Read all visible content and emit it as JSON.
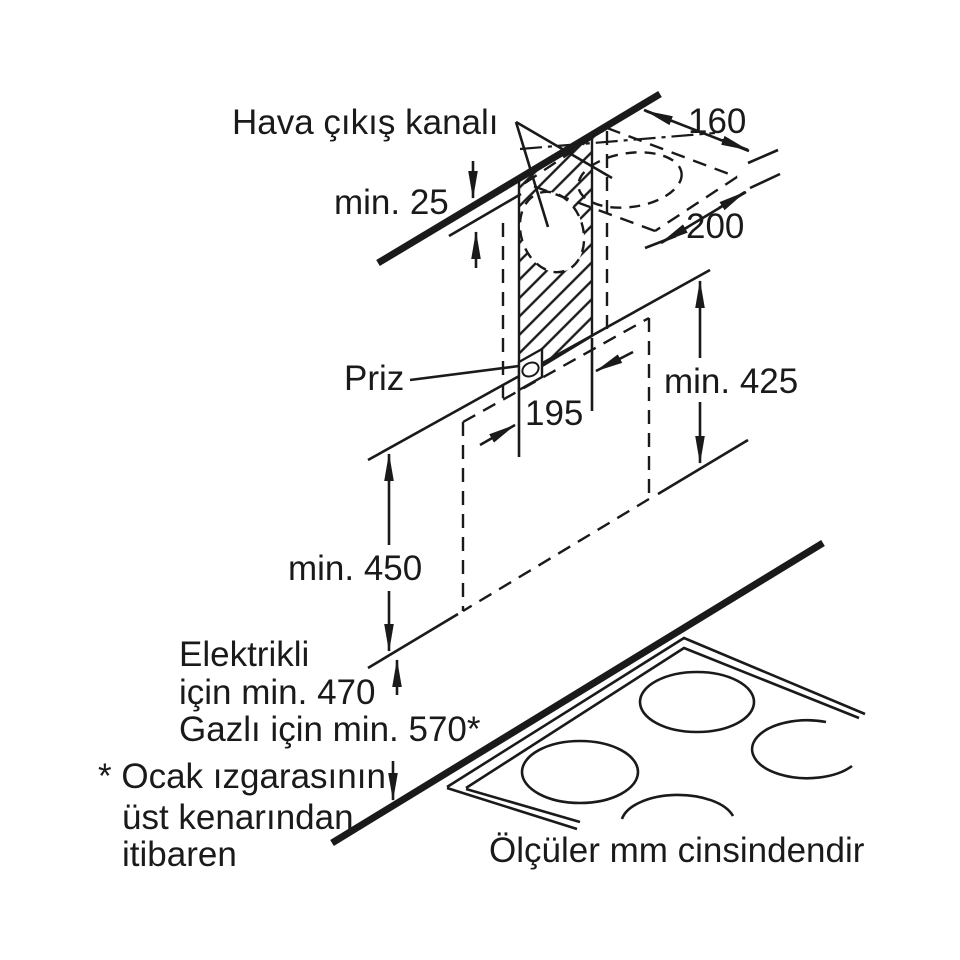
{
  "colors": {
    "background": "#ffffff",
    "ink": "#1a1a1a"
  },
  "labels": {
    "air_duct": "Hava çıkış kanalı",
    "socket": "Priz",
    "units_note": "Ölçüler mm cinsindendir"
  },
  "dimensions": {
    "ceiling_gap": "min. 25",
    "duct_hole_depth": "160",
    "duct_hole_width": "200",
    "socket_offset": "195",
    "chimney_min_height": "min. 425",
    "hood_min_height": "min. 450",
    "electric_line1": "Elektrikli",
    "electric_line2": "için min. 470",
    "gas_line": "Gazlı için min. 570*",
    "footnote_line1": "* Ocak ızgarasının",
    "footnote_line2": "üst kenarından",
    "footnote_line3": "itibaren"
  }
}
